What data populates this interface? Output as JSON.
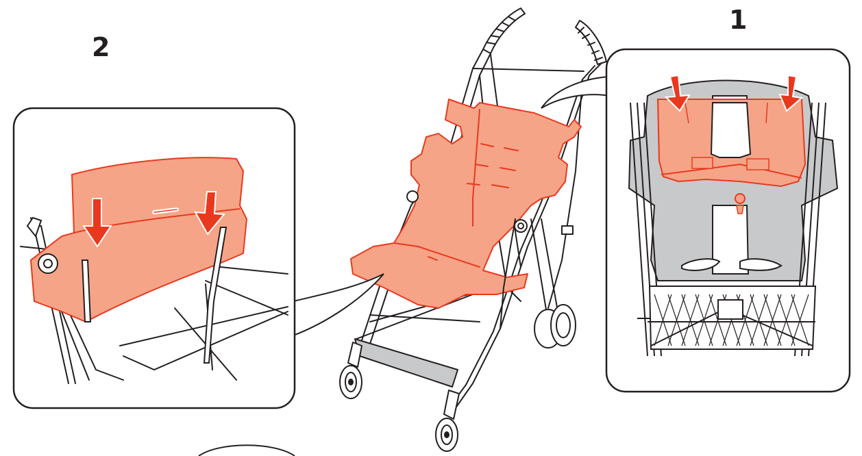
{
  "steps": [
    {
      "number": "1"
    },
    {
      "number": "2"
    }
  ],
  "colors": {
    "cover_fill": "#f6a487",
    "cover_stroke": "#e8391f",
    "arrow_fill": "#e8391f",
    "frame_stroke": "#231f20",
    "fabric_gray": "#c8c9cb",
    "background": "#ffffff"
  },
  "icons": [
    "down-arrow-icon",
    "stroller-illustration",
    "callout-panel"
  ]
}
